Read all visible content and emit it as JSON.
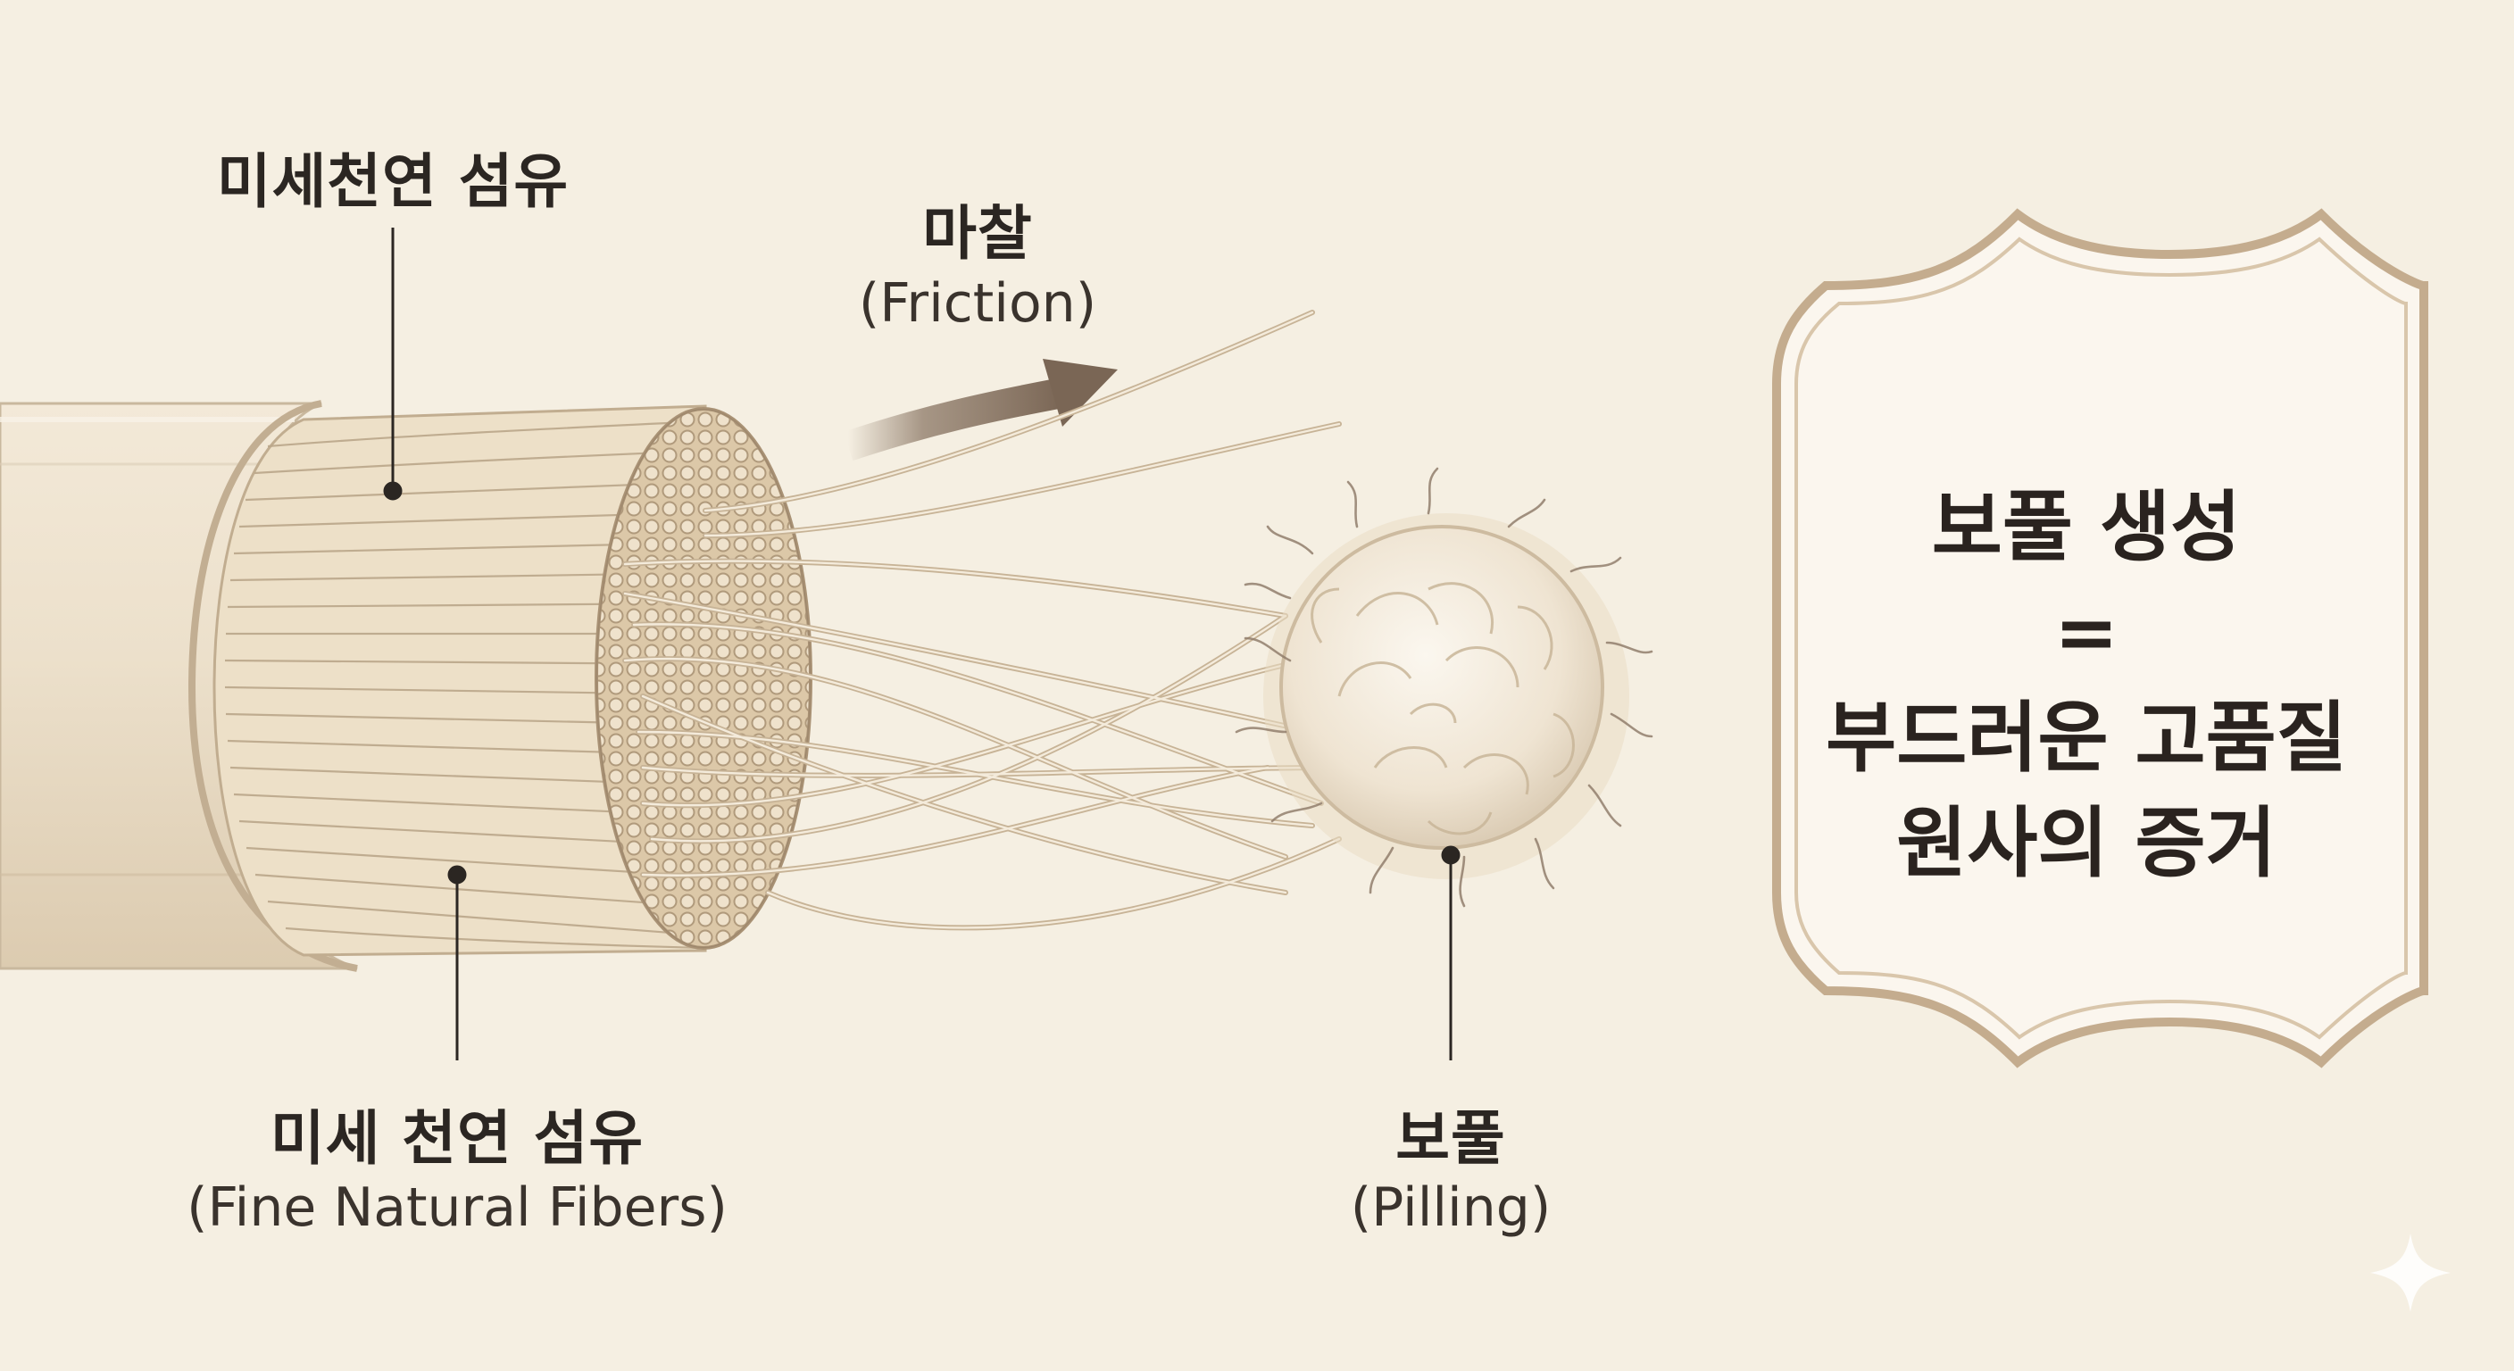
{
  "labels": {
    "top_fiber": "미세천연 섬유",
    "friction_ko": "마찰",
    "friction_en": "(Friction)",
    "bottom_fiber_ko": "미세 천연 섬유",
    "bottom_fiber_en": "(Fine Natural Fibers)",
    "pilling_ko": "보풀",
    "pilling_en": "(Pilling)"
  },
  "panel": {
    "line1": "보풀 생성",
    "line2": "=",
    "line3": "부드러운 고품질",
    "line4": "원사의 증거"
  },
  "colors": {
    "background": "#f5efe2",
    "fiber": "#e6d6bd",
    "fiber_stroke": "#b9a68c",
    "arrow": "#8c7866",
    "panel_border": "#c4ac8e",
    "text": "#2b2622"
  },
  "icons": {
    "corner_mark": "sparkle-icon"
  }
}
